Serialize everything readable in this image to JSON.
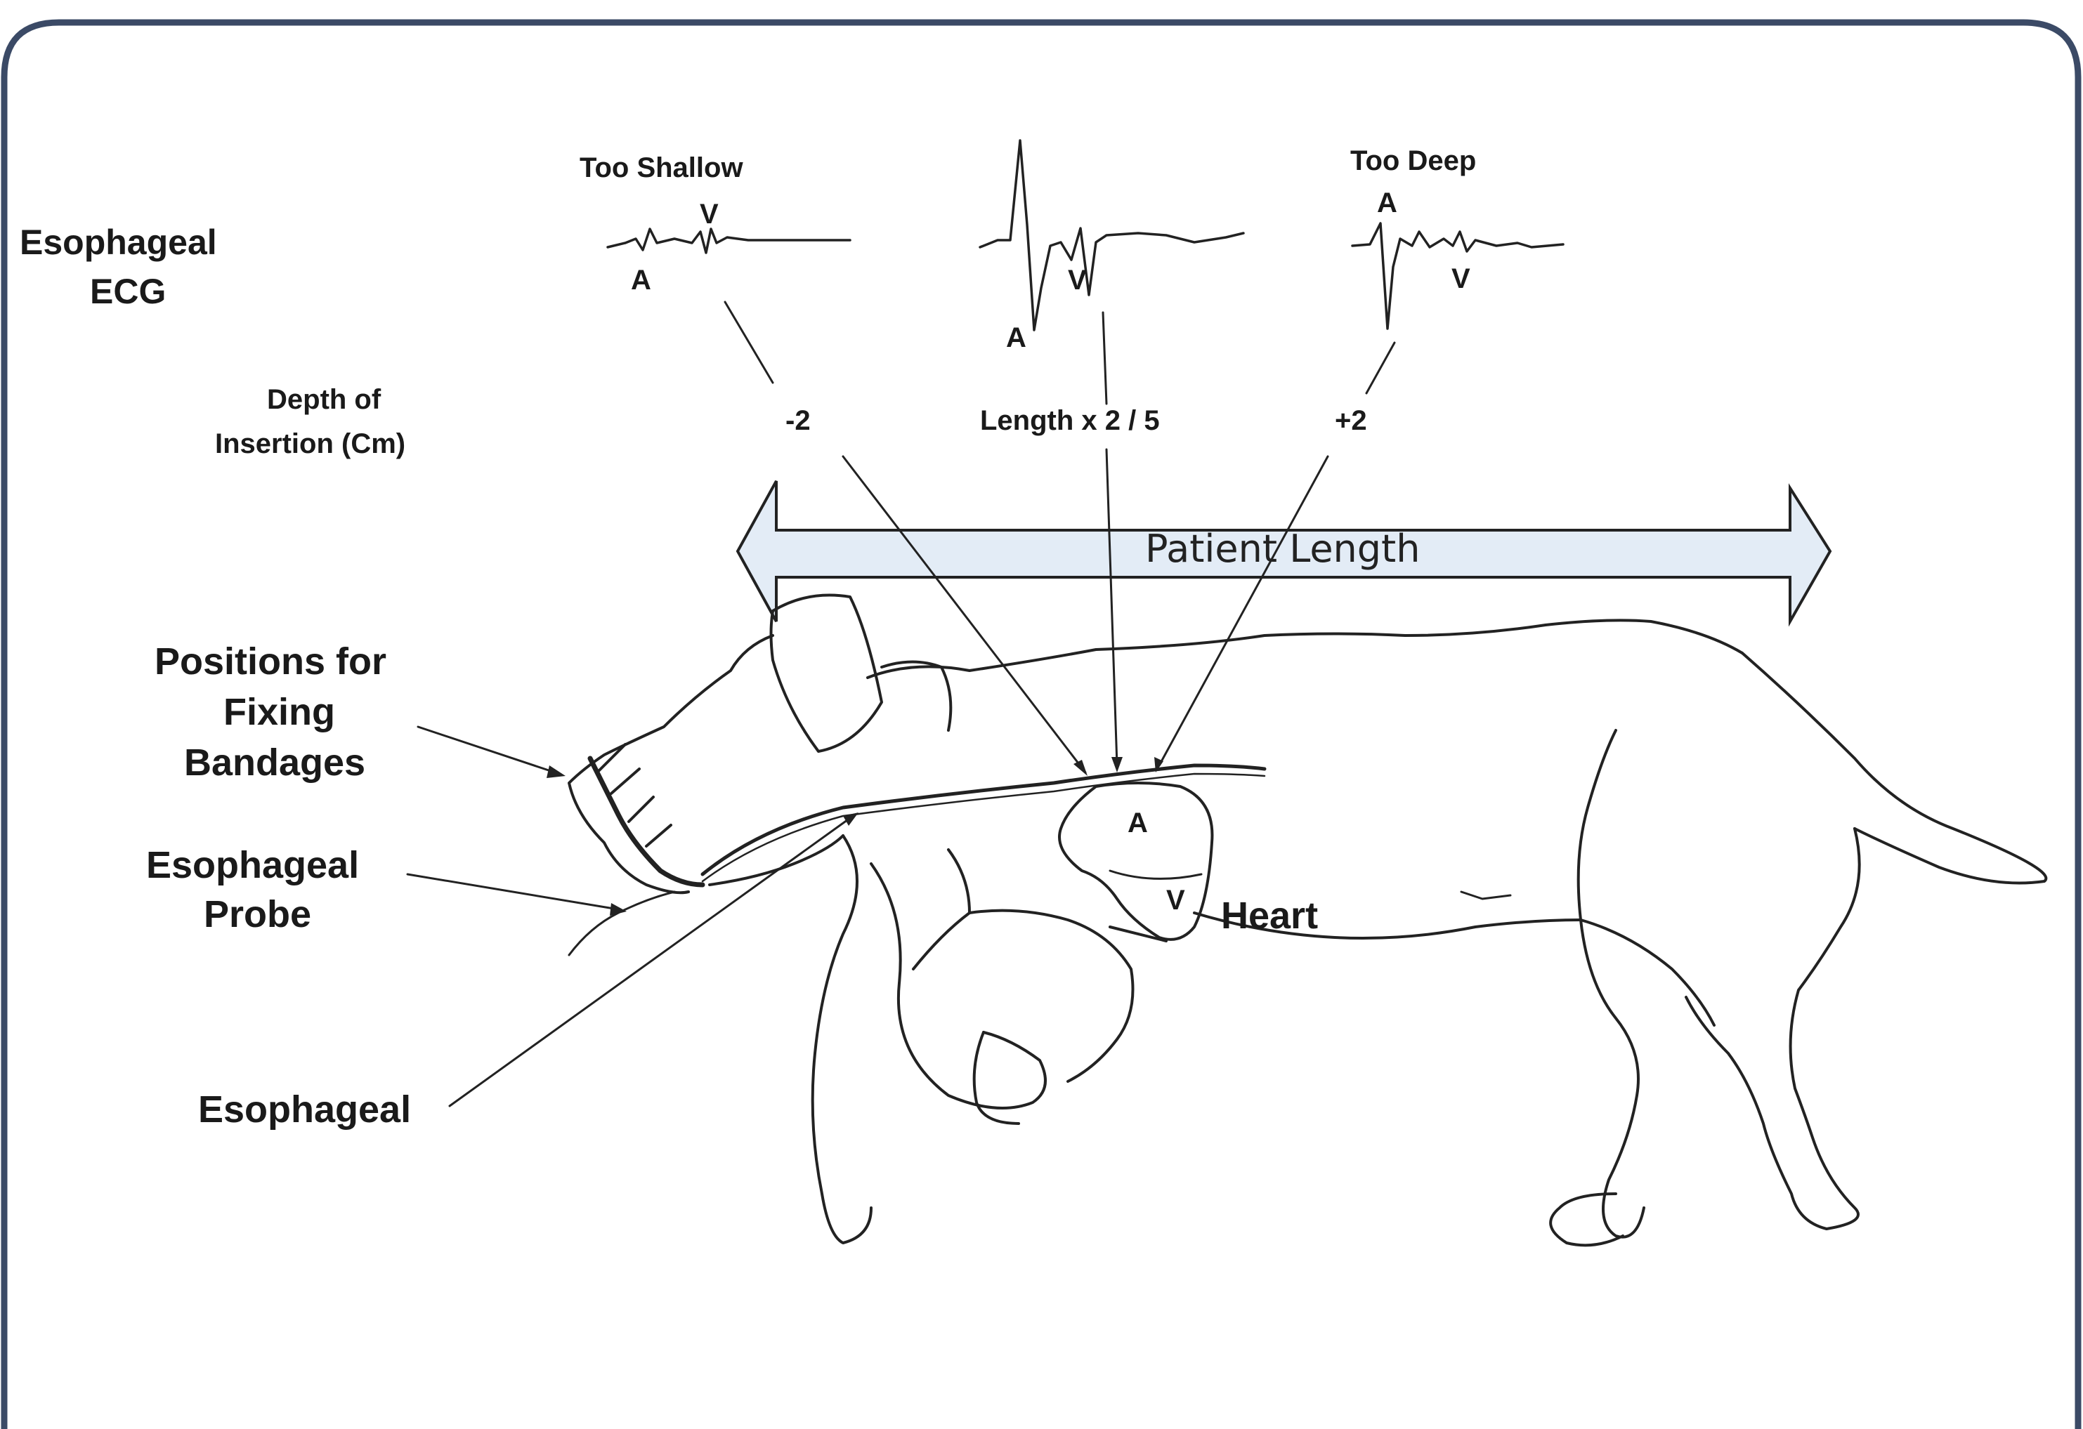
{
  "labels": {
    "esophageal_ecg_1": "Esophageal",
    "esophageal_ecg_2": "ECG",
    "depth_1": "Depth of",
    "depth_2": "Insertion (Cm)",
    "too_shallow": "Too Shallow",
    "too_deep": "Too Deep",
    "minus_two": "-2",
    "length_formula": "Length x 2 / 5",
    "plus_two": "+2",
    "patient_length": "Patient Length",
    "fixing_1": "Positions for",
    "fixing_2": "Fixing",
    "fixing_3": "Bandages",
    "probe_1": "Esophageal",
    "probe_2": "Probe",
    "esophageal": "Esophageal",
    "heart": "Heart",
    "wave_a": "A",
    "wave_v": "V"
  },
  "colors": {
    "frame": "#3b4a66",
    "arrow_fill": "#e3ecf6",
    "ink": "#222222"
  }
}
